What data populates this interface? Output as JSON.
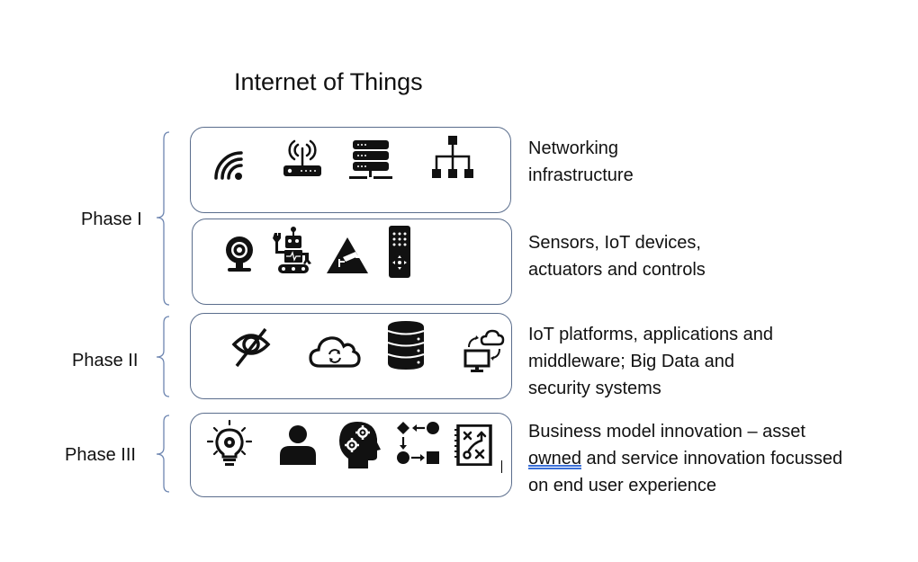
{
  "title": "Internet of Things",
  "layers": [
    {
      "description_lines": [
        "Networking",
        "infrastructure"
      ],
      "icons": [
        "wifi-icon",
        "router-icon",
        "server-icon",
        "hierarchy-icon"
      ]
    },
    {
      "description_lines": [
        "Sensors, IoT devices,",
        "actuators and controls"
      ],
      "icons": [
        "webcam-icon",
        "robot-icon",
        "cctv-warning-icon",
        "remote-control-icon"
      ]
    },
    {
      "description_lines": [
        "IoT platforms, applications and",
        "middleware; Big Data and",
        "security systems"
      ],
      "icons": [
        "eye-slash-icon",
        "cloud-sync-icon",
        "database-icon",
        "cloud-computer-sync-icon"
      ]
    },
    {
      "description_lines": [
        "Business model innovation – asset",
        "and service innovation focussed",
        "on end user experience"
      ],
      "underlined_word": "owned",
      "icons": [
        "lightbulb-gear-icon",
        "person-icon",
        "head-gears-icon",
        "workflow-icon",
        "strategy-board-icon"
      ]
    }
  ],
  "phases": [
    "Phase I",
    "Phase II",
    "Phase III"
  ],
  "colors": {
    "border": "#5a6d8c",
    "icon": "#111111",
    "spellcheck": "#3a6fd8"
  }
}
